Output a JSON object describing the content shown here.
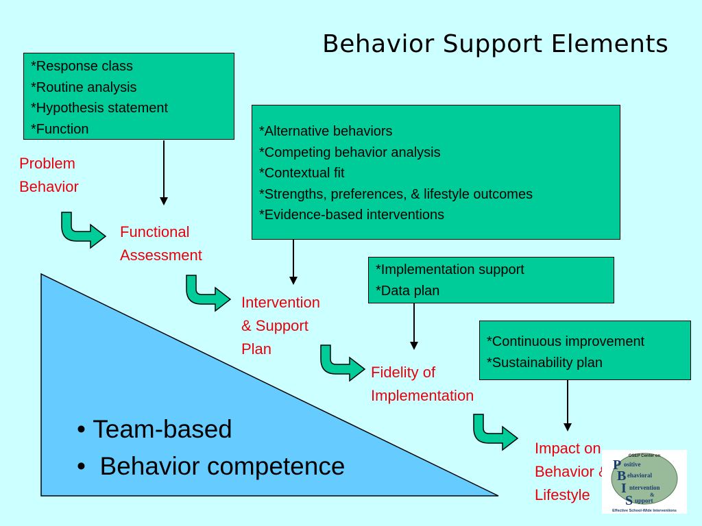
{
  "title": "Behavior Support Elements",
  "boxes": {
    "assessment_items": [
      "*Response class",
      "*Routine analysis",
      "*Hypothesis statement",
      "*Function"
    ],
    "intervention_items": [
      "*Alternative behaviors",
      "*Competing behavior analysis",
      "*Contextual fit",
      "*Strengths, preferences, & lifestyle outcomes",
      "*Evidence-based interventions"
    ],
    "fidelity_items": [
      "*Implementation support",
      "*Data plan"
    ],
    "impact_items": [
      "*Continuous improvement",
      "*Sustainability plan"
    ]
  },
  "steps": {
    "problem_behavior": [
      "Problem",
      "Behavior"
    ],
    "functional_assessment": [
      "Functional",
      "Assessment"
    ],
    "intervention_plan": [
      "Intervention",
      "& Support",
      "Plan"
    ],
    "fidelity": [
      "Fidelity of",
      "Implementation"
    ],
    "impact": [
      "Impact on",
      "Behavior &",
      "Lifestyle"
    ]
  },
  "bullets": [
    "Team-based",
    "Behavior competence"
  ],
  "logo": {
    "top_text": "OSEP Center on",
    "words": [
      "ositive",
      "ehavioral",
      "ntervention",
      "upport"
    ],
    "letters": [
      "P",
      "B",
      "I",
      "S"
    ],
    "amp": "&",
    "tagline": "Effective School-Wide Interventions"
  },
  "colors": {
    "background": "#ccffff",
    "box_fill": "#00cc99",
    "triangle_fill": "#66ccff",
    "step_text": "#e8000b",
    "curved_arrow_fill": "#00cc99"
  }
}
